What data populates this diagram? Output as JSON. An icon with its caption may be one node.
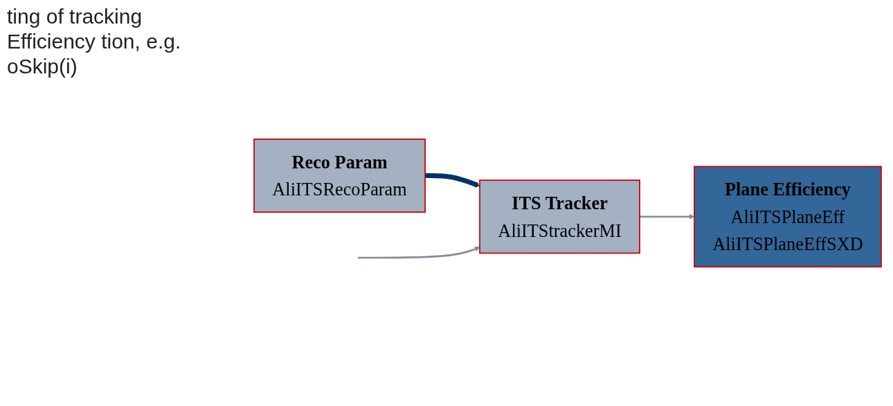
{
  "diagram": {
    "nodes": [
      {
        "text": [
          "Reco Param",
          "AliITSRecoParam"
        ]
      },
      {
        "text": [
          "ITS Tracker",
          "AliITStrackerMI"
        ]
      },
      {
        "text": [
          "Plane Efficiency",
          "AliITSPlaneEff",
          "AliITSPlaneEffSXD"
        ]
      }
    ],
    "edges": [
      {
        "from": 0,
        "to": 1,
        "arrow": "to",
        "style": "thick",
        "color": "#003366"
      },
      {
        "from": 1,
        "to": 2,
        "arrow": "to"
      },
      {
        "from": null,
        "to": 1,
        "arrow": "to"
      }
    ],
    "labels": [
      "ting of tracking Efficiency tion, e.g. oSkip(i)"
    ]
  }
}
